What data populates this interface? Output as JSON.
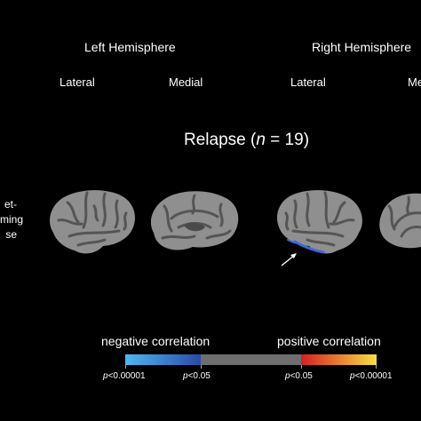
{
  "hemispheres": {
    "left": "Left Hemisphere",
    "right": "Right Hemisphere"
  },
  "views": [
    "Lateral",
    "Medial",
    "Lateral",
    "Me"
  ],
  "title": {
    "prefix": "Relapse (",
    "n_symbol": "n",
    "suffix": " = 19)"
  },
  "row_label": [
    "et-",
    "ming",
    "se"
  ],
  "colorbar": {
    "negative_label": "negative correlation",
    "positive_label": "positive correlation",
    "ticks": [
      "p<0.00001",
      "p<0.05",
      "p<0.05",
      "p<0.00001"
    ],
    "colors": {
      "neg_light": "#4fb8f0",
      "neg_dark": "#2a4aa8",
      "neutral": "#6e6e6e",
      "pos_dark": "#d42020",
      "pos_light": "#f8e040"
    }
  },
  "brain_colors": {
    "gyri": "#8f8f8f",
    "sulci": "#555555",
    "activation": "#3a6ad8"
  }
}
